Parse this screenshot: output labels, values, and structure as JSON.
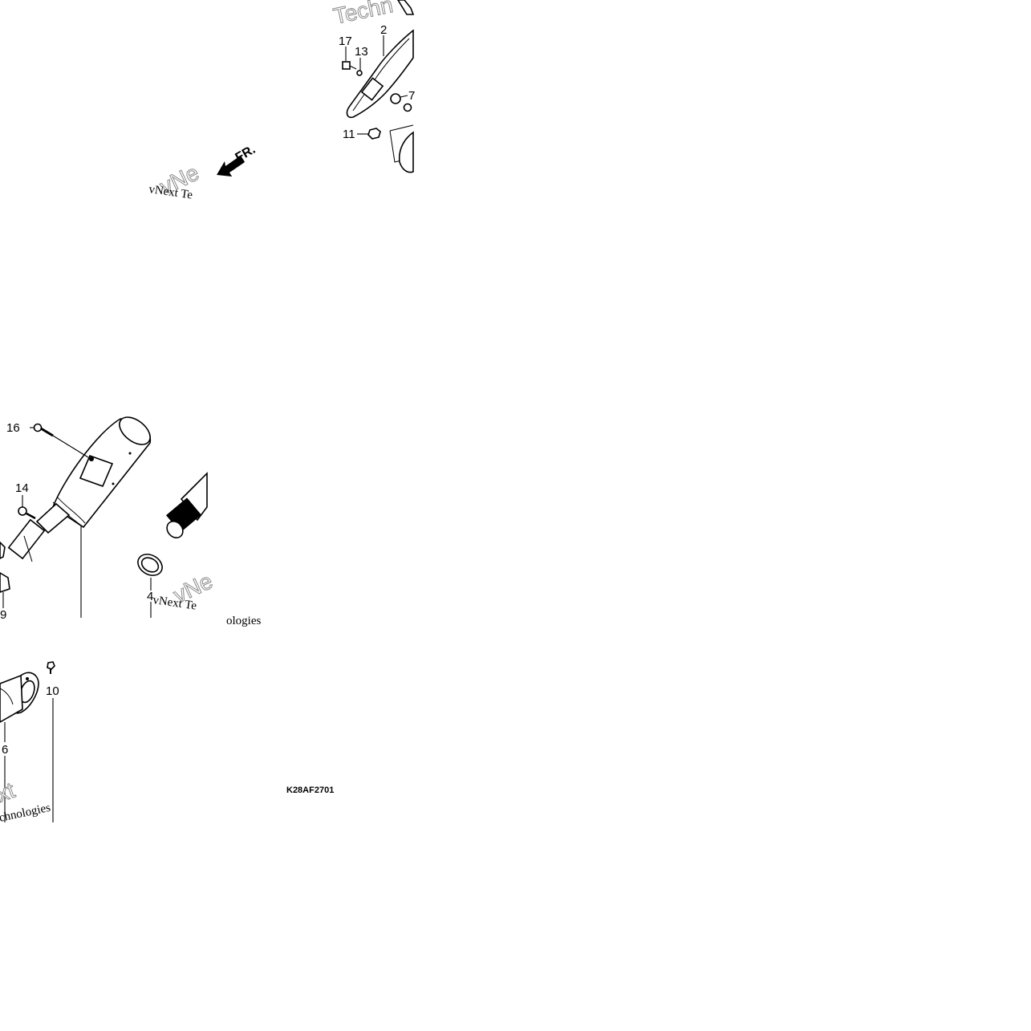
{
  "diagram": {
    "drawing_code": "K28AF2701",
    "front_indicator": "FR.",
    "callouts": [
      {
        "id": "c17",
        "label": "17"
      },
      {
        "id": "c13",
        "label": "13"
      },
      {
        "id": "c2",
        "label": "2"
      },
      {
        "id": "c7",
        "label": "7"
      },
      {
        "id": "c11",
        "label": "11"
      },
      {
        "id": "c16",
        "label": "16"
      },
      {
        "id": "c14",
        "label": "14"
      },
      {
        "id": "c9",
        "label": "9"
      },
      {
        "id": "c4",
        "label": "4"
      },
      {
        "id": "c10",
        "label": "10"
      },
      {
        "id": "c6",
        "label": "6"
      }
    ],
    "watermarks": {
      "serif_top": "vNext Te",
      "serif_mid": "vNext Te",
      "serif_mid_tail": "ologies",
      "sans_top": "Techn",
      "sans_left_top": "vNe",
      "sans_mid": "vNe",
      "sans_bottom_a": "xt",
      "sans_bottom_b": "chnologies"
    }
  }
}
